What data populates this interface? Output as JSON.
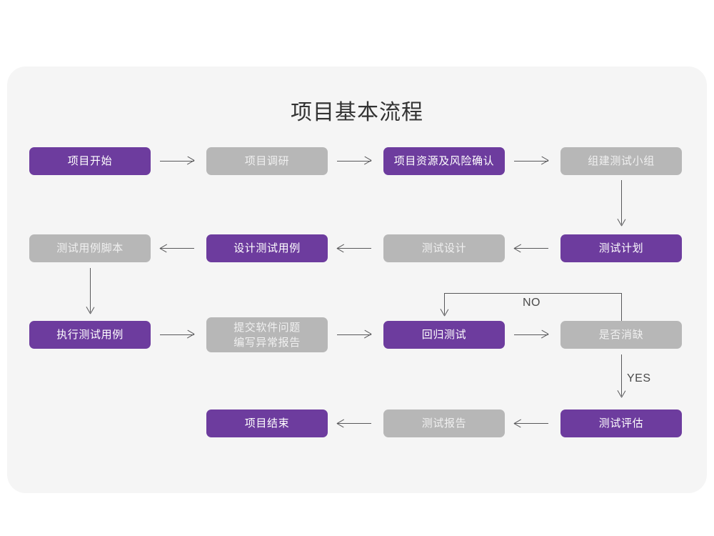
{
  "diagram": {
    "title": "项目基本流程",
    "background_color": "#ffffff",
    "card_color": "#f5f5f5",
    "accent_color": "#6d3c9e",
    "muted_color": "#b7b7b7",
    "connector_color": "#58585a",
    "nodes": [
      {
        "id": "n1",
        "label": "项目开始",
        "style": "purple",
        "row": 1,
        "col": 1
      },
      {
        "id": "n2",
        "label": "项目调研",
        "style": "gray",
        "row": 1,
        "col": 2
      },
      {
        "id": "n3",
        "label": "项目资源及风险确认",
        "style": "purple",
        "row": 1,
        "col": 3
      },
      {
        "id": "n4",
        "label": "组建测试小组",
        "style": "gray",
        "row": 1,
        "col": 4
      },
      {
        "id": "n5",
        "label": "测试用例脚本",
        "style": "gray",
        "row": 2,
        "col": 1
      },
      {
        "id": "n6",
        "label": "设计测试用例",
        "style": "purple",
        "row": 2,
        "col": 2
      },
      {
        "id": "n7",
        "label": "测试设计",
        "style": "gray",
        "row": 2,
        "col": 3
      },
      {
        "id": "n8",
        "label": "测试计划",
        "style": "purple",
        "row": 2,
        "col": 4
      },
      {
        "id": "n9",
        "label": "执行测试用例",
        "style": "purple",
        "row": 3,
        "col": 1
      },
      {
        "id": "n10",
        "label": "提交软件问题\n编写异常报告",
        "style": "gray",
        "row": 3,
        "col": 2
      },
      {
        "id": "n11",
        "label": "回归测试",
        "style": "purple",
        "row": 3,
        "col": 3
      },
      {
        "id": "n12",
        "label": "是否消缺",
        "style": "gray",
        "row": 3,
        "col": 4
      },
      {
        "id": "n13",
        "label": "项目结束",
        "style": "purple",
        "row": 4,
        "col": 2
      },
      {
        "id": "n14",
        "label": "测试报告",
        "style": "gray",
        "row": 4,
        "col": 3
      },
      {
        "id": "n15",
        "label": "测试评估",
        "style": "purple",
        "row": 4,
        "col": 4
      }
    ],
    "edge_labels": {
      "no": "NO",
      "yes": "YES"
    }
  }
}
